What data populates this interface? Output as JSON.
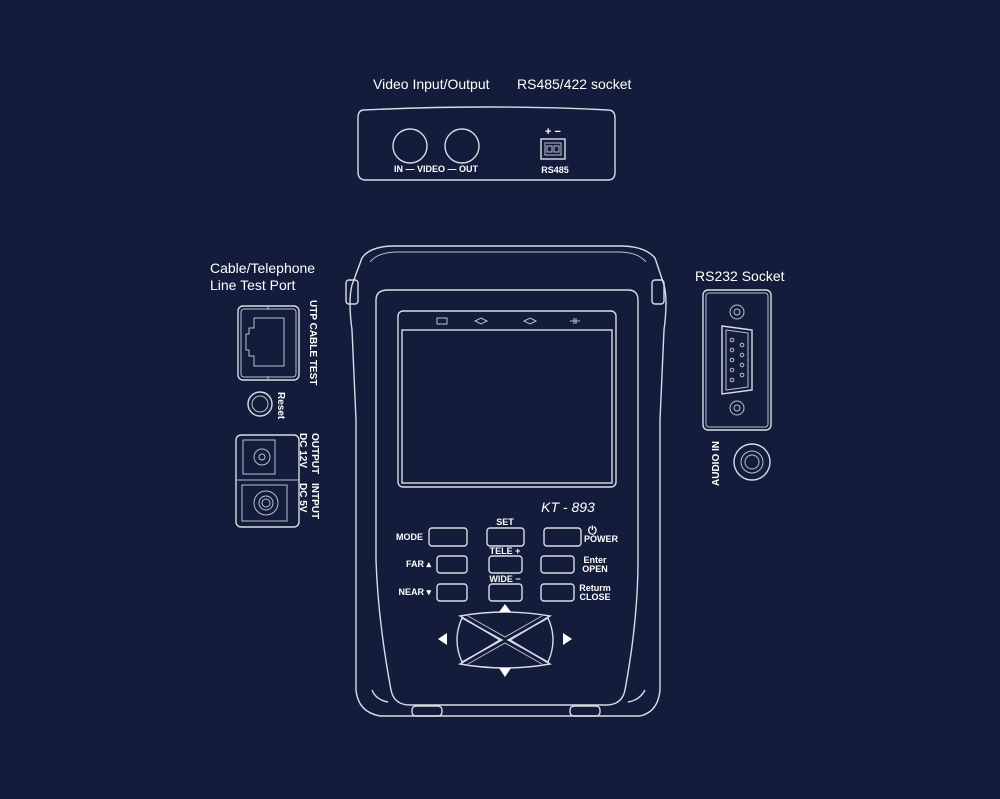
{
  "labels": {
    "video_io": "Video Input/Output",
    "rs485_socket": "RS485/422 socket",
    "cable_test_port_line1": "Cable/Telephone",
    "cable_test_port_line2": "Line Test Port",
    "rs232_socket": "RS232 Socket"
  },
  "top_panel": {
    "video_label": "IN — VIDEO — OUT",
    "polarity": "+ −",
    "rs485": "RS485"
  },
  "left_panel": {
    "utp": "UTP CABLE TEST",
    "reset": "Reset",
    "output": "OUTPUT",
    "dc12": "DC 12V",
    "input": "INTPUT",
    "dc5": "DC 5V"
  },
  "right_panel": {
    "audio_in": "AUDIO IN"
  },
  "device": {
    "model": "KT - 893",
    "buttons": {
      "mode": "MODE",
      "set": "SET",
      "power": "POWER",
      "far": "FAR ▴",
      "tele": "TELE +",
      "enter": "Enter",
      "open": "OPEN",
      "near": "NEAR ▾",
      "wide": "WIDE −",
      "return": "Returm",
      "close": "CLOSE"
    }
  }
}
